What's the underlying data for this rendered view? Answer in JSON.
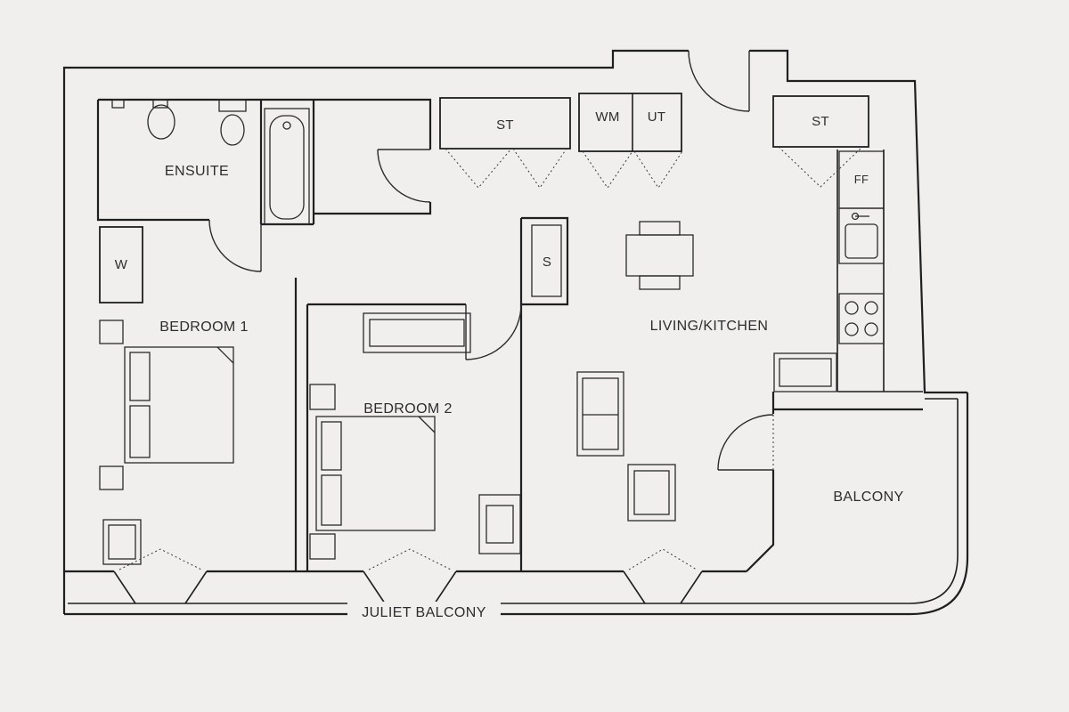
{
  "plan": {
    "background": "#f0efed",
    "wall_color": "#1f1f1f",
    "text_color": "#2d2d2d",
    "rooms": {
      "ensuite": "ENSUITE",
      "bedroom1": "BEDROOM 1",
      "bedroom2": "BEDROOM 2",
      "living_kitchen": "LIVING/KITCHEN",
      "balcony": "BALCONY",
      "juliet_balcony": "JULIET BALCONY"
    },
    "fixtures": {
      "wardrobe": "W",
      "cupboard": "S",
      "storage_hall": "ST",
      "washing_machine": "WM",
      "utility": "UT",
      "storage_kitchen": "ST",
      "fridge_freezer": "FF"
    }
  }
}
